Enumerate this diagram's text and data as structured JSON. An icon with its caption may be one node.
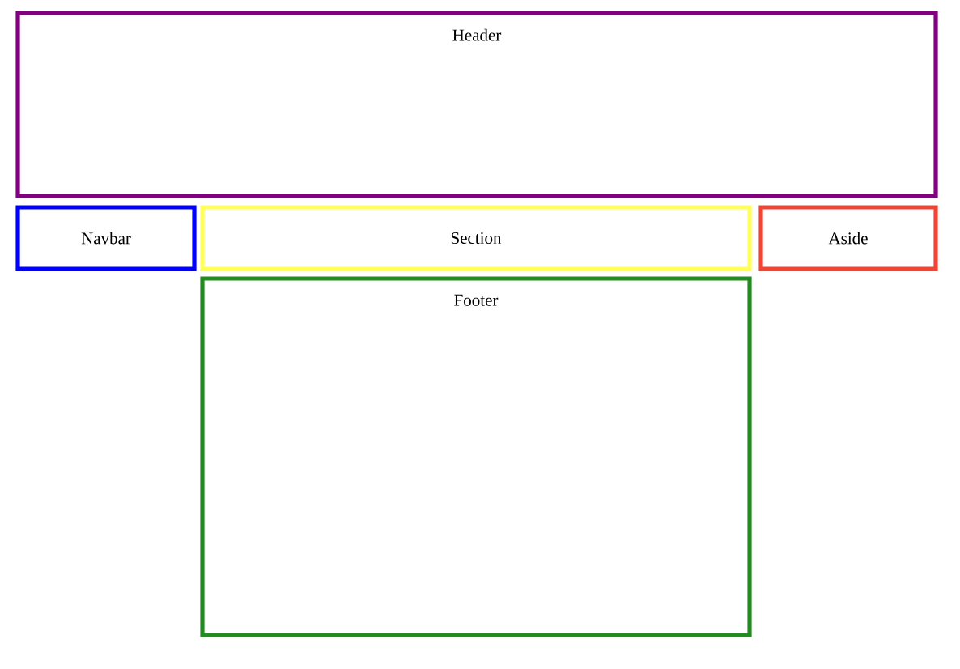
{
  "diagram": {
    "nodes": [
      {
        "text": [
          "Header"
        ]
      },
      {
        "text": [
          "Navbar"
        ]
      },
      {
        "text": [
          "Section"
        ]
      },
      {
        "text": [
          "Aside"
        ]
      },
      {
        "text": [
          "Footer"
        ]
      }
    ]
  }
}
